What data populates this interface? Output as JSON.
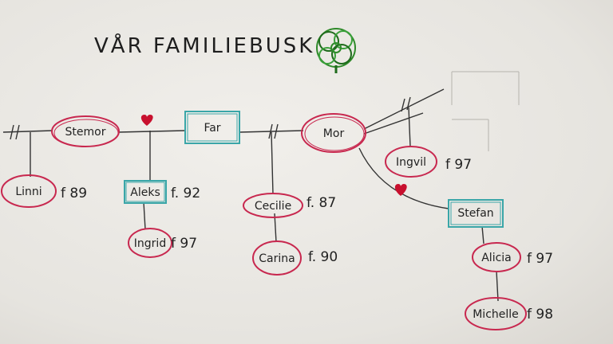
{
  "title": "VÅR FAMILIEBUSK",
  "people": [
    {
      "id": "stemor",
      "label": "Stemor",
      "shape": "oval",
      "year": ""
    },
    {
      "id": "far",
      "label": "Far",
      "shape": "box",
      "year": ""
    },
    {
      "id": "mor",
      "label": "Mor",
      "shape": "oval",
      "year": ""
    },
    {
      "id": "linni",
      "label": "Linni",
      "shape": "oval",
      "year": "f 89"
    },
    {
      "id": "aleks",
      "label": "Aleks",
      "shape": "box",
      "year": "f. 92"
    },
    {
      "id": "ingrid",
      "label": "Ingrid",
      "shape": "oval",
      "year": "f 97"
    },
    {
      "id": "cecilie",
      "label": "Cecilie",
      "shape": "oval",
      "year": "f. 87"
    },
    {
      "id": "carina",
      "label": "Carina",
      "shape": "oval",
      "year": "f. 90"
    },
    {
      "id": "ingvil",
      "label": "Ingvil",
      "shape": "oval",
      "year": "f 97"
    },
    {
      "id": "stefan",
      "label": "Stefan",
      "shape": "box",
      "year": ""
    },
    {
      "id": "alicia",
      "label": "Alicia",
      "shape": "oval",
      "year": "f 97"
    },
    {
      "id": "michelle",
      "label": "Michelle",
      "shape": "oval",
      "year": "f 98"
    }
  ],
  "colors": {
    "oval": "#c8284f",
    "box": "#3aa6a8",
    "line": "#333333",
    "heart": "#c8102e",
    "tree": "#2f8a2a"
  },
  "icons": [
    "tree-icon",
    "heart-icon"
  ]
}
